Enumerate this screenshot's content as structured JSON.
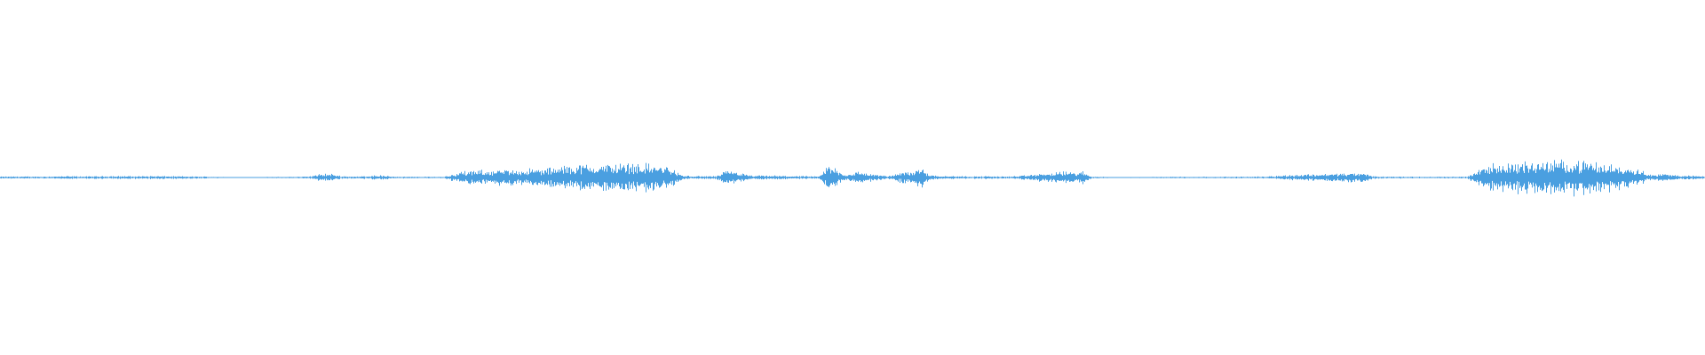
{
  "colors": {
    "background": "#ffffff",
    "waveform": "#4a9fe0"
  },
  "chart_data": {
    "type": "area",
    "title": "",
    "xlabel": "",
    "ylabel": "",
    "grid": false,
    "legend": "none",
    "xlim": [
      0,
      1
    ],
    "ylim": [
      -1,
      1
    ],
    "envelope_points": [
      [
        0.0,
        0.01
      ],
      [
        0.01,
        0.012
      ],
      [
        0.02,
        0.01
      ],
      [
        0.03,
        0.012
      ],
      [
        0.04,
        0.014
      ],
      [
        0.05,
        0.012
      ],
      [
        0.06,
        0.014
      ],
      [
        0.07,
        0.016
      ],
      [
        0.08,
        0.014
      ],
      [
        0.09,
        0.016
      ],
      [
        0.1,
        0.014
      ],
      [
        0.11,
        0.012
      ],
      [
        0.12,
        0.01
      ],
      [
        0.13,
        0.006
      ],
      [
        0.14,
        0.004
      ],
      [
        0.15,
        0.004
      ],
      [
        0.16,
        0.006
      ],
      [
        0.17,
        0.008
      ],
      [
        0.18,
        0.01
      ],
      [
        0.19,
        0.04
      ],
      [
        0.195,
        0.035
      ],
      [
        0.2,
        0.015
      ],
      [
        0.21,
        0.01
      ],
      [
        0.22,
        0.025
      ],
      [
        0.23,
        0.012
      ],
      [
        0.24,
        0.008
      ],
      [
        0.25,
        0.008
      ],
      [
        0.26,
        0.008
      ],
      [
        0.27,
        0.06
      ],
      [
        0.28,
        0.07
      ],
      [
        0.29,
        0.075
      ],
      [
        0.3,
        0.08
      ],
      [
        0.31,
        0.085
      ],
      [
        0.32,
        0.09
      ],
      [
        0.33,
        0.115
      ],
      [
        0.34,
        0.13
      ],
      [
        0.35,
        0.135
      ],
      [
        0.36,
        0.14
      ],
      [
        0.37,
        0.145
      ],
      [
        0.38,
        0.135
      ],
      [
        0.39,
        0.12
      ],
      [
        0.395,
        0.08
      ],
      [
        0.4,
        0.02
      ],
      [
        0.41,
        0.015
      ],
      [
        0.42,
        0.015
      ],
      [
        0.425,
        0.06
      ],
      [
        0.43,
        0.07
      ],
      [
        0.435,
        0.04
      ],
      [
        0.44,
        0.02
      ],
      [
        0.45,
        0.02
      ],
      [
        0.46,
        0.018
      ],
      [
        0.47,
        0.015
      ],
      [
        0.48,
        0.01
      ],
      [
        0.485,
        0.12
      ],
      [
        0.49,
        0.1
      ],
      [
        0.495,
        0.03
      ],
      [
        0.5,
        0.05
      ],
      [
        0.505,
        0.06
      ],
      [
        0.51,
        0.04
      ],
      [
        0.52,
        0.015
      ],
      [
        0.525,
        0.03
      ],
      [
        0.53,
        0.08
      ],
      [
        0.535,
        0.06
      ],
      [
        0.54,
        0.11
      ],
      [
        0.545,
        0.03
      ],
      [
        0.55,
        0.02
      ],
      [
        0.56,
        0.015
      ],
      [
        0.57,
        0.012
      ],
      [
        0.58,
        0.015
      ],
      [
        0.59,
        0.01
      ],
      [
        0.6,
        0.02
      ],
      [
        0.61,
        0.04
      ],
      [
        0.62,
        0.05
      ],
      [
        0.625,
        0.065
      ],
      [
        0.63,
        0.05
      ],
      [
        0.635,
        0.06
      ],
      [
        0.64,
        0.01
      ],
      [
        0.65,
        0.006
      ],
      [
        0.66,
        0.005
      ],
      [
        0.67,
        0.006
      ],
      [
        0.68,
        0.006
      ],
      [
        0.69,
        0.008
      ],
      [
        0.7,
        0.006
      ],
      [
        0.71,
        0.008
      ],
      [
        0.72,
        0.008
      ],
      [
        0.73,
        0.008
      ],
      [
        0.74,
        0.01
      ],
      [
        0.75,
        0.02
      ],
      [
        0.76,
        0.03
      ],
      [
        0.77,
        0.035
      ],
      [
        0.78,
        0.04
      ],
      [
        0.79,
        0.045
      ],
      [
        0.8,
        0.045
      ],
      [
        0.805,
        0.015
      ],
      [
        0.81,
        0.01
      ],
      [
        0.82,
        0.01
      ],
      [
        0.83,
        0.008
      ],
      [
        0.84,
        0.008
      ],
      [
        0.85,
        0.008
      ],
      [
        0.86,
        0.01
      ],
      [
        0.865,
        0.06
      ],
      [
        0.87,
        0.12
      ],
      [
        0.88,
        0.14
      ],
      [
        0.89,
        0.15
      ],
      [
        0.9,
        0.16
      ],
      [
        0.91,
        0.17
      ],
      [
        0.92,
        0.175
      ],
      [
        0.93,
        0.16
      ],
      [
        0.94,
        0.14
      ],
      [
        0.95,
        0.12
      ],
      [
        0.96,
        0.1
      ],
      [
        0.965,
        0.05
      ],
      [
        0.97,
        0.025
      ],
      [
        0.975,
        0.04
      ],
      [
        0.98,
        0.03
      ],
      [
        0.99,
        0.02
      ],
      [
        1.0,
        0.015
      ]
    ]
  }
}
